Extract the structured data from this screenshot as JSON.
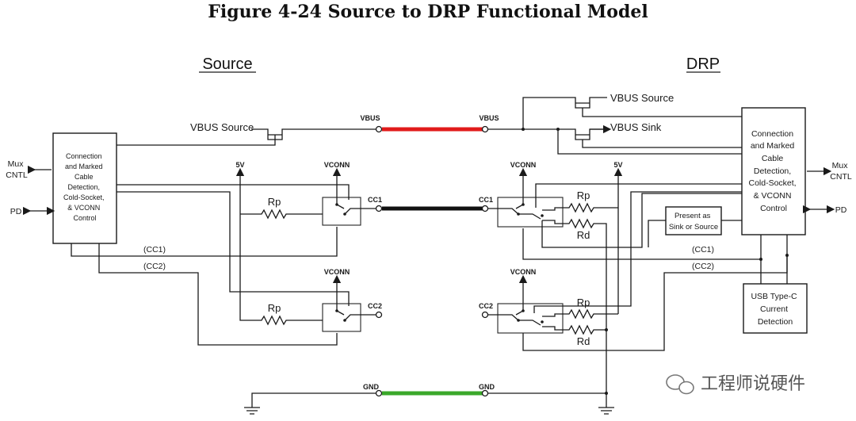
{
  "figure_title": "Figure 4-24  Source to DRP Functional Model",
  "source": {
    "heading": "Source",
    "control_lines": [
      "Connection",
      "and Marked",
      "Cable",
      "Detection,",
      "Cold-Socket,",
      "& VCONN",
      "Control"
    ],
    "mux_lines": [
      "Mux",
      "CNTL"
    ],
    "pd": "PD",
    "vbus_source": "VBUS Source",
    "vbus": "VBUS",
    "five_v": "5V",
    "vconn_top": "VCONN",
    "vconn_bottom": "VCONN",
    "rp_top": "Rp",
    "rp_bottom": "Rp",
    "cc1": "CC1",
    "cc2": "CC2",
    "cc1_sense": "(CC1)",
    "cc2_sense": "(CC2)",
    "gnd": "GND"
  },
  "drp": {
    "heading": "DRP",
    "control_lines": [
      "Connection",
      "and Marked",
      "Cable",
      "Detection,",
      "Cold-Socket,",
      "& VCONN",
      "Control"
    ],
    "mux_lines": [
      "Mux",
      "CNTL"
    ],
    "pd": "PD",
    "vbus_source": "VBUS Source",
    "vbus_sink": "VBUS Sink",
    "vbus": "VBUS",
    "five_v": "5V",
    "vconn_top": "VCONN",
    "vconn_bottom": "VCONN",
    "rp_top": "Rp",
    "rd_top": "Rd",
    "rp_bottom": "Rp",
    "rd_bottom": "Rd",
    "cc1": "CC1",
    "cc2": "CC2",
    "cc1_sense": "(CC1)",
    "cc2_sense": "(CC2)",
    "present_lines": [
      "Present as",
      "Sink or Source"
    ],
    "usb_lines": [
      "USB Type-C",
      "Current",
      "Detection"
    ],
    "gnd": "GND"
  },
  "watermark": "工程师说硬件",
  "colors": {
    "vbus_cable": "#e11b1b",
    "cc_cable": "#111111",
    "gnd_cable": "#3aa82a"
  }
}
